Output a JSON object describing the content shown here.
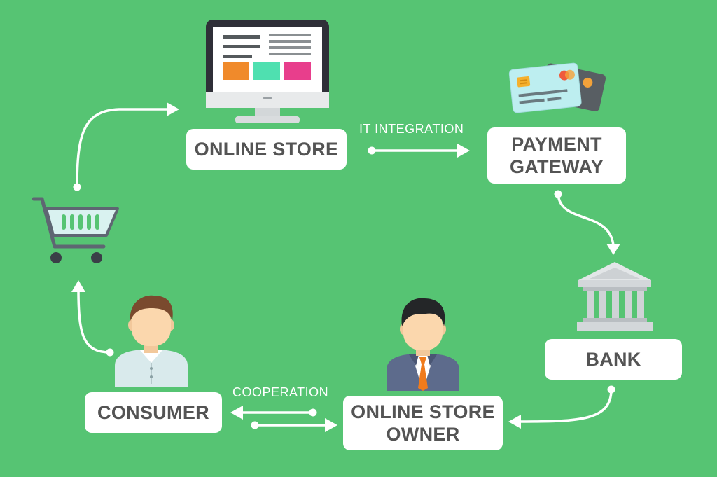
{
  "nodes": {
    "online_store": {
      "label": "ONLINE STORE"
    },
    "payment_gateway": {
      "line1": "PAYMENT",
      "line2": "GATEWAY"
    },
    "bank": {
      "label": "BANK"
    },
    "online_store_owner": {
      "line1": "ONLINE STORE",
      "line2": "OWNER"
    },
    "consumer": {
      "label": "CONSUMER"
    }
  },
  "edges": {
    "it_integration": {
      "label": "IT INTEGRATION"
    },
    "cooperation": {
      "label": "COOPERATION"
    }
  },
  "icons": {
    "monitor": "desktop-monitor-icon",
    "cards": "credit-cards-icon",
    "bank": "bank-building-icon",
    "cart": "shopping-cart-icon",
    "consumer": "consumer-person-icon",
    "owner": "businessman-icon"
  },
  "colors": {
    "background": "#56c473",
    "box": "#ffffff",
    "text": "#545454",
    "orange": "#f08a2b",
    "mint": "#4fe0b0",
    "pink": "#e83e8c"
  }
}
